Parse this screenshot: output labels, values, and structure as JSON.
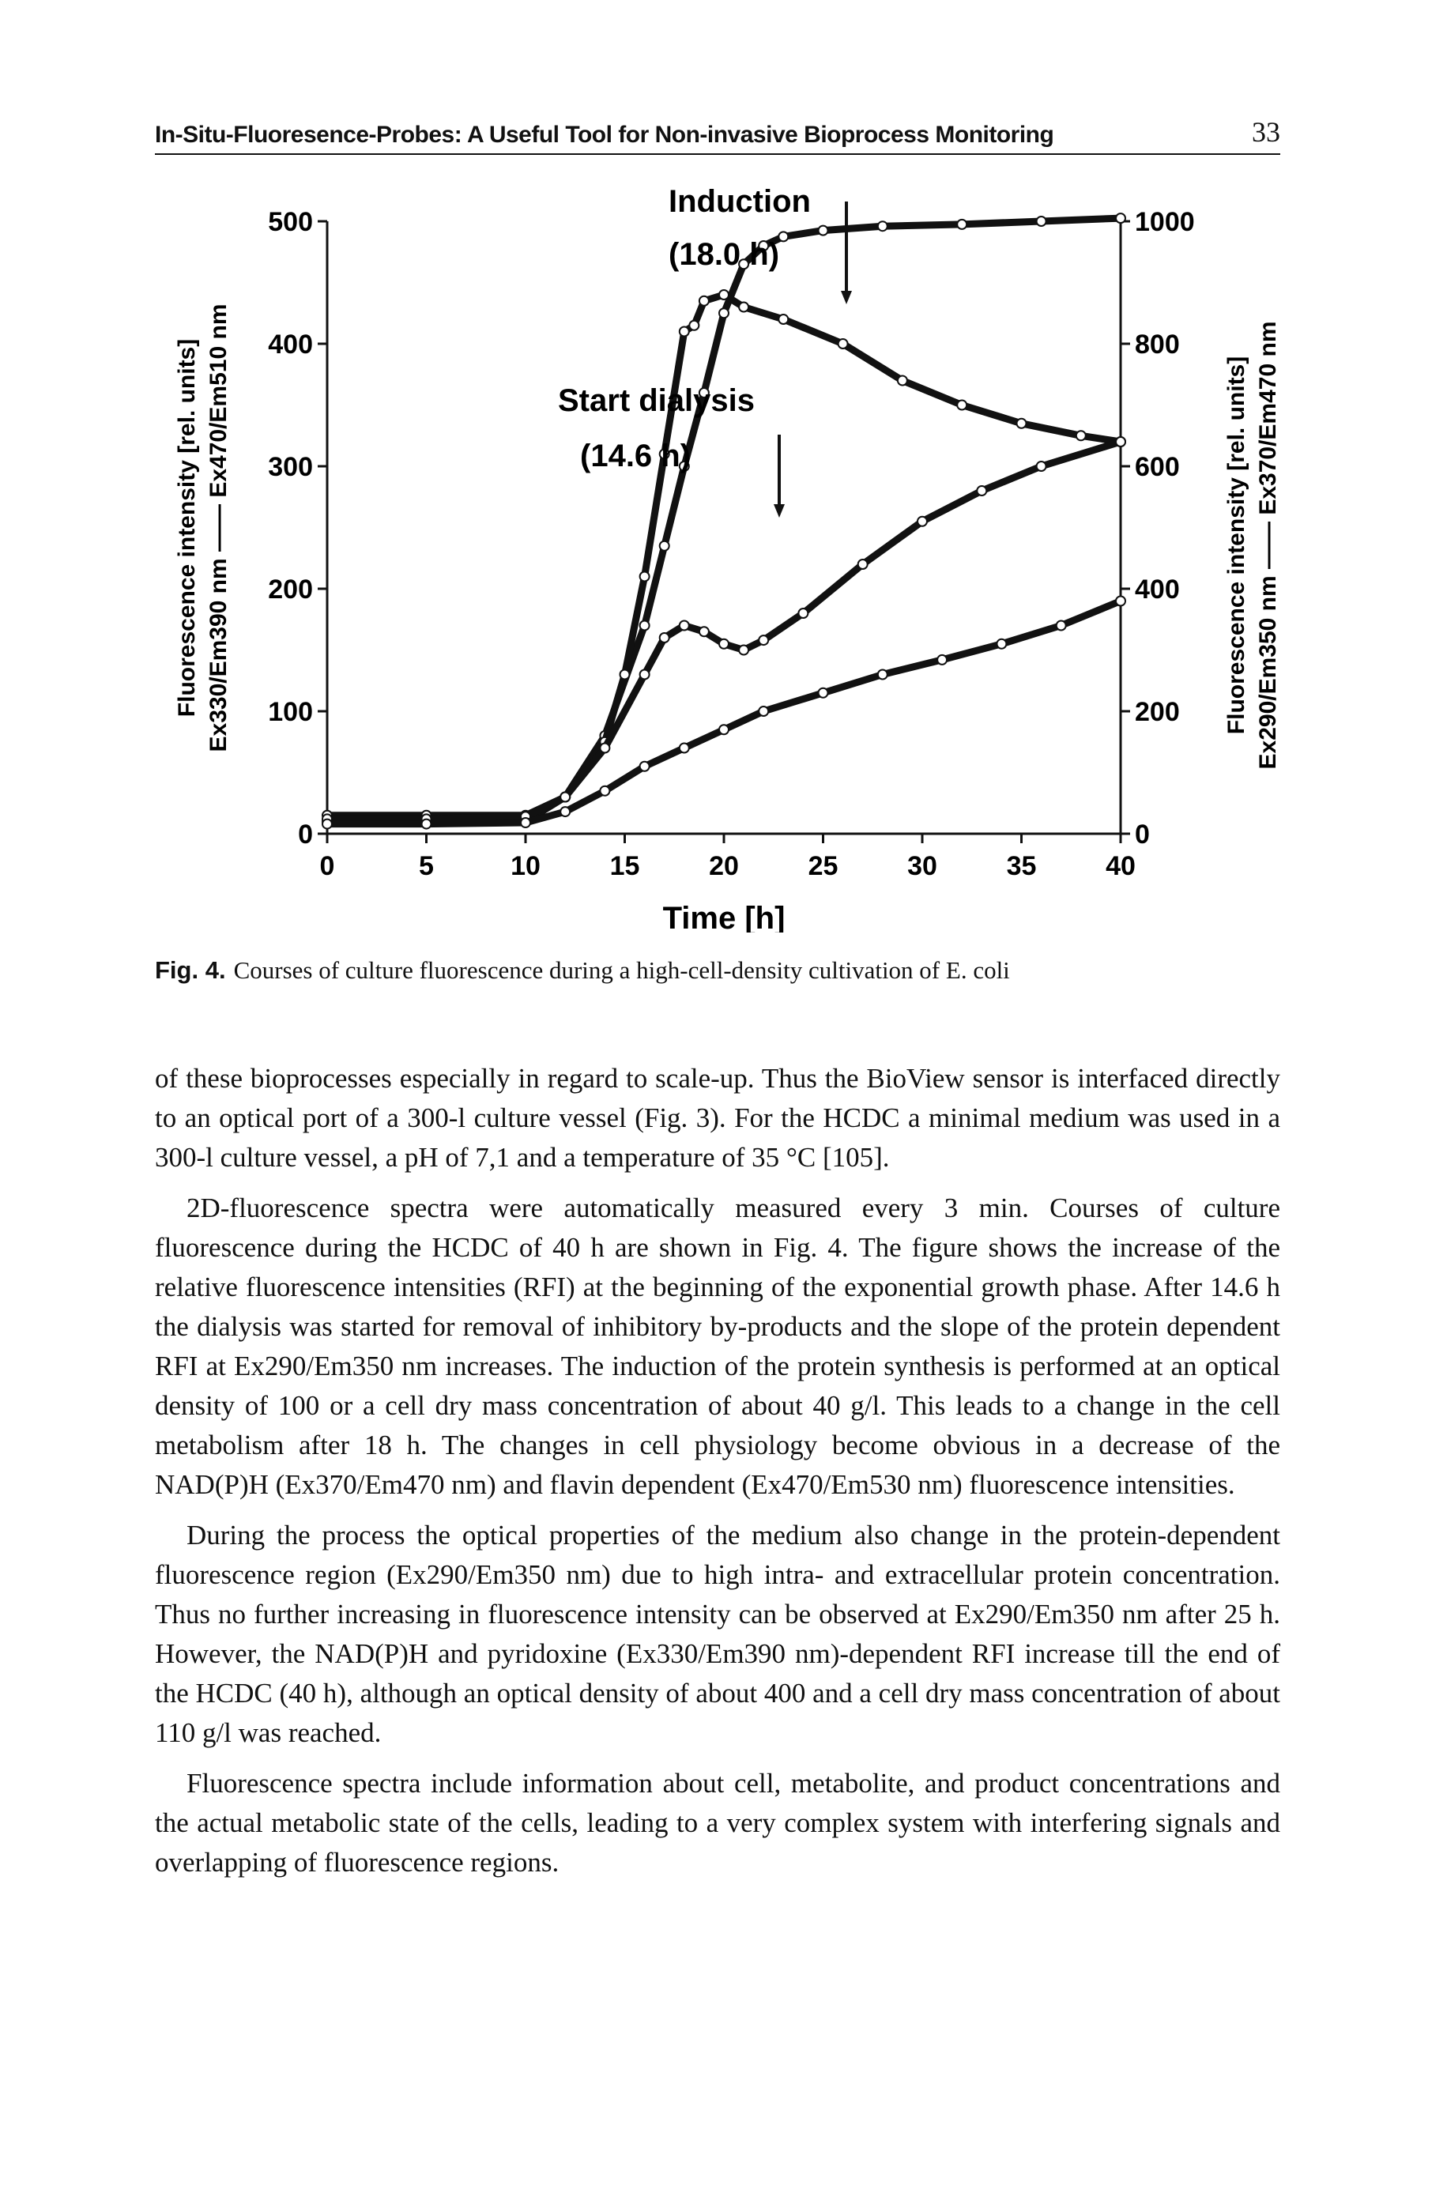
{
  "header": {
    "running_title": "In-Situ-Fluoresence-Probes: A Useful Tool for Non-invasive Bioprocess Monitoring",
    "page_number": "33"
  },
  "figure": {
    "annotations": {
      "induction_line1": "Induction",
      "induction_line2": "(18.0 h)",
      "dialysis_line1": "Start dialysis",
      "dialysis_line2": "(14.6 h)"
    },
    "caption_label": "Fig. 4.",
    "caption_text": "Courses of culture fluorescence during a high-cell-density cultivation of E. coli"
  },
  "chart_data": {
    "type": "scatter",
    "xlabel": "Time [h]",
    "xlim": [
      0,
      40
    ],
    "x_ticks": [
      "0",
      "5",
      "10",
      "15",
      "20",
      "25",
      "30",
      "35",
      "40"
    ],
    "ylabel_left": "Fluorescence intensity [rel. units]",
    "ylabel_left_series": "Ex330/Em390 nm —— Ex470/Em510 nm",
    "ylim_left": [
      0,
      500
    ],
    "y_ticks_left": [
      "0",
      "100",
      "200",
      "300",
      "400",
      "500"
    ],
    "ylabel_right": "Fluorescence intensity [rel. units]",
    "ylabel_right_series": "Ex290/Em350 nm —— Ex370/Em470 nm",
    "ylim_right": [
      0,
      1000
    ],
    "y_ticks_right": [
      "0",
      "200",
      "400",
      "600",
      "800",
      "1000"
    ],
    "series": [
      {
        "axis": "right",
        "x": [
          0,
          5,
          10,
          12,
          14,
          16,
          17,
          18,
          19,
          20,
          21,
          22,
          23,
          25,
          28,
          32,
          36,
          40
        ],
        "y": [
          20,
          20,
          20,
          60,
          160,
          340,
          470,
          600,
          720,
          850,
          930,
          960,
          975,
          985,
          992,
          995,
          1000,
          1005
        ]
      },
      {
        "axis": "right",
        "x": [
          0,
          5,
          10,
          12,
          14,
          15,
          16,
          17,
          18,
          18.5,
          19,
          20,
          21,
          23,
          26,
          29,
          32,
          35,
          38,
          40
        ],
        "y": [
          30,
          30,
          30,
          60,
          150,
          260,
          420,
          620,
          820,
          830,
          870,
          880,
          860,
          840,
          800,
          740,
          700,
          670,
          650,
          640
        ]
      },
      {
        "axis": "left",
        "x": [
          0,
          5,
          10,
          12,
          14,
          16,
          17,
          18,
          19,
          20,
          21,
          22,
          24,
          27,
          30,
          33,
          36,
          40
        ],
        "y": [
          12,
          12,
          14,
          30,
          70,
          130,
          160,
          170,
          165,
          155,
          150,
          158,
          180,
          220,
          255,
          280,
          300,
          320
        ]
      },
      {
        "axis": "left",
        "x": [
          0,
          5,
          10,
          12,
          14,
          16,
          18,
          20,
          22,
          25,
          28,
          31,
          34,
          37,
          40
        ],
        "y": [
          8,
          8,
          9,
          18,
          35,
          55,
          70,
          85,
          100,
          115,
          130,
          142,
          155,
          170,
          190
        ]
      }
    ]
  },
  "body_paragraphs": [
    "of these bioprocesses especially in regard to scale-up. Thus the BioView sensor is interfaced directly to an optical port of a 300-l culture vessel (Fig. 3). For the HCDC a minimal medium was used in a 300-l culture vessel, a pH of 7,1 and a temperature of 35 °C [105].",
    "2D-fluorescence spectra were automatically measured every 3 min. Courses of culture fluorescence during the HCDC of 40 h are shown in Fig. 4. The figure shows the increase of the relative fluorescence intensities (RFI) at the beginning of the exponential growth phase. After 14.6 h the dialysis was started for removal of inhibitory by-products and the slope of the protein dependent RFI at Ex290/Em350 nm increases. The induction of the protein synthesis is performed at an optical density of 100 or a cell dry mass concentration of about 40 g/l. This leads to a change in the cell metabolism after 18 h. The changes in cell physiology become obvious in a decrease of the NAD(P)H (Ex370/Em470 nm) and flavin dependent (Ex470/Em530 nm) fluorescence intensities.",
    "During the process the optical properties of the medium also change in the protein-dependent fluorescence region (Ex290/Em350 nm) due to high intra- and extracellular protein concentration. Thus no further increasing in fluorescence intensity can be observed at Ex290/Em350 nm after 25 h. However, the NAD(P)H and pyridoxine (Ex330/Em390 nm)-dependent RFI increase till the end of the HCDC (40 h), although an optical density of about 400 and a cell dry mass concentration of about 110 g/l was reached.",
    "Fluorescence spectra include information about cell, metabolite, and product concentrations and the actual metabolic state of the cells, leading to a very complex system with interfering signals and overlapping of fluorescence regions."
  ]
}
